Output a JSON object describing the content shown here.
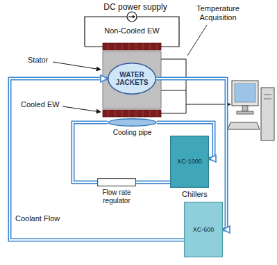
{
  "diagram": {
    "nodes": [
      {
        "text": [
          "WATER JACKETS"
        ]
      },
      {
        "text": [
          "Cooling pipe"
        ]
      },
      {
        "text": [
          "XC-1000"
        ]
      },
      {
        "text": [
          "Flow rate regulator"
        ]
      },
      {
        "text": [
          "XC-600"
        ]
      }
    ],
    "edges": [
      {
        "from": 4,
        "to": 0,
        "arrow": "to"
      },
      {
        "from": 0,
        "to": 4,
        "arrow": "to"
      },
      {
        "from": 1,
        "to": 2,
        "arrow": "to"
      },
      {
        "from": 2,
        "to": 3,
        "arrow": "none"
      },
      {
        "from": 3,
        "to": 1,
        "arrow": "none"
      }
    ],
    "labels": [
      "DC power supply",
      "Non-Cooled EW",
      "Stator",
      "Temperature Acquisition",
      "Cooled EW",
      "Chillers",
      "Coolant Flow"
    ]
  }
}
